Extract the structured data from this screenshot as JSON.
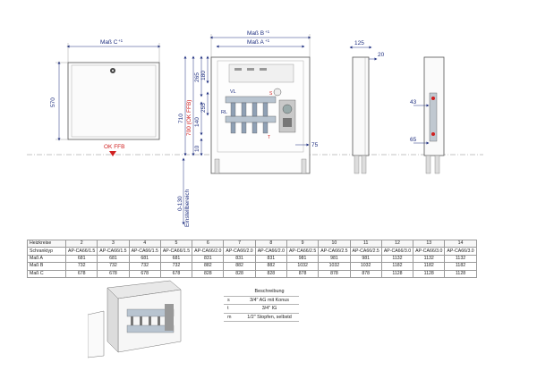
{
  "drawing": {
    "front": {
      "dim_c": "Maß C",
      "dim_c_sup": "+1",
      "height": "570",
      "ok_ffb": "OK FFB"
    },
    "open": {
      "dim_b": "Maß B",
      "dim_b_sup": "+1",
      "dim_a": "Maß A",
      "dim_a_sup": "+1",
      "h710": "710",
      "h700": "700 (OK FFB)",
      "h265": "265",
      "h180": "180",
      "h140": "140",
      "h255": "255",
      "h10": "10",
      "adjust": "0-130",
      "adjust_label": "Einstellbereich",
      "vl": "VL",
      "rl": "RL",
      "marker_s": "S",
      "marker_t": "T",
      "side_offset": "75"
    },
    "side": {
      "depth": "125",
      "offset": "20"
    },
    "section": {
      "h43": "43",
      "h65": "65"
    }
  },
  "table": {
    "headers": [
      "Heizkreise",
      "2",
      "3",
      "4",
      "5",
      "6",
      "7",
      "8",
      "9",
      "10",
      "11",
      "12",
      "13",
      "14"
    ],
    "rows": [
      [
        "Schranktyp",
        "AP-CA66/1.5",
        "AP-CA66/1.5",
        "AP-CA66/1.5",
        "AP-CA66/1.5",
        "AP-CA66/2.0",
        "AP-CA66/2.0",
        "AP-CA66/2.0",
        "AP-CA66/2.5",
        "AP-CA66/2.5",
        "AP-CA66/2.5",
        "AP-CA66/3.0",
        "AP-CA66/3.0",
        "AP-CA66/3.0"
      ],
      [
        "Maß A",
        "681",
        "681",
        "681",
        "681",
        "831",
        "831",
        "831",
        "981",
        "981",
        "981",
        "1132",
        "1132",
        "1132"
      ],
      [
        "Maß B",
        "732",
        "732",
        "732",
        "732",
        "882",
        "882",
        "882",
        "1032",
        "1032",
        "1032",
        "1182",
        "1182",
        "1182"
      ],
      [
        "Maß C",
        "678",
        "678",
        "678",
        "678",
        "828",
        "828",
        "828",
        "878",
        "878",
        "878",
        "1128",
        "1128",
        "1128"
      ]
    ]
  },
  "legend": {
    "title": "Beschreibung",
    "rows": [
      {
        "key": "s",
        "desc": "3/4\" AG mit Konus"
      },
      {
        "key": "t",
        "desc": "3/4\" IG"
      },
      {
        "key": "m",
        "desc": "1/2\" Stopfen, selbstd"
      }
    ]
  },
  "colors": {
    "dimension": "#203080",
    "marker": "#d02020",
    "line": "#555555"
  }
}
